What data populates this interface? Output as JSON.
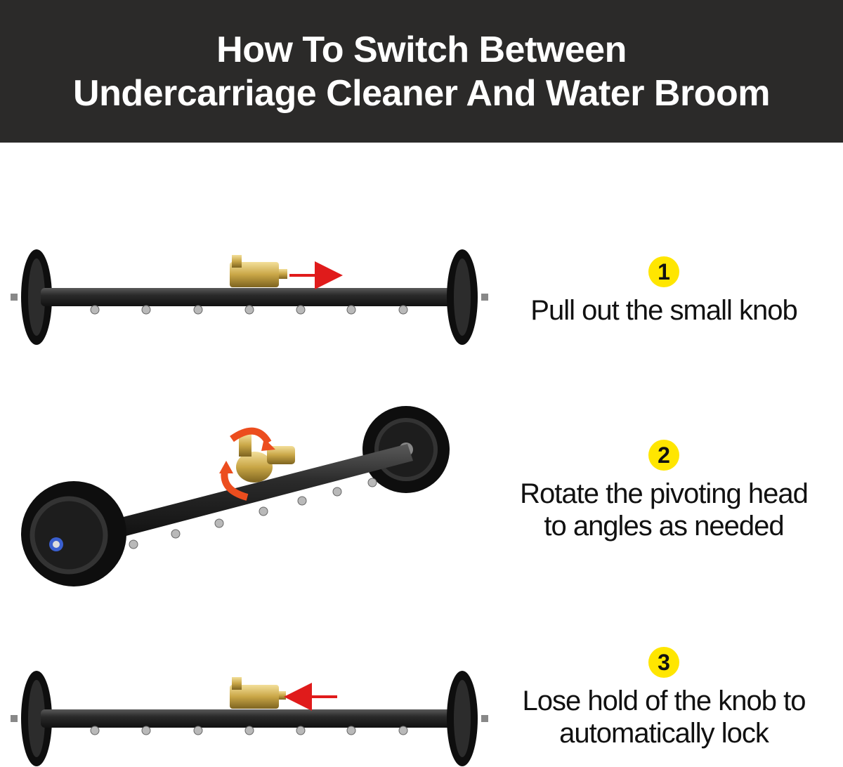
{
  "header": {
    "title_line1": "How To Switch Between",
    "title_line2": "Undercarriage Cleaner And Water Broom"
  },
  "steps": [
    {
      "number": "1",
      "text_line1": "Pull out the small knob",
      "text_line2": ""
    },
    {
      "number": "2",
      "text_line1": "Rotate the pivoting head",
      "text_line2": "to angles as needed"
    },
    {
      "number": "3",
      "text_line1": "Lose hold of the knob to",
      "text_line2": "automatically lock"
    }
  ],
  "colors": {
    "header_bg": "#2b2a29",
    "badge": "#ffe600",
    "arrow": "#e01b1b",
    "brass": "#c9a646"
  }
}
